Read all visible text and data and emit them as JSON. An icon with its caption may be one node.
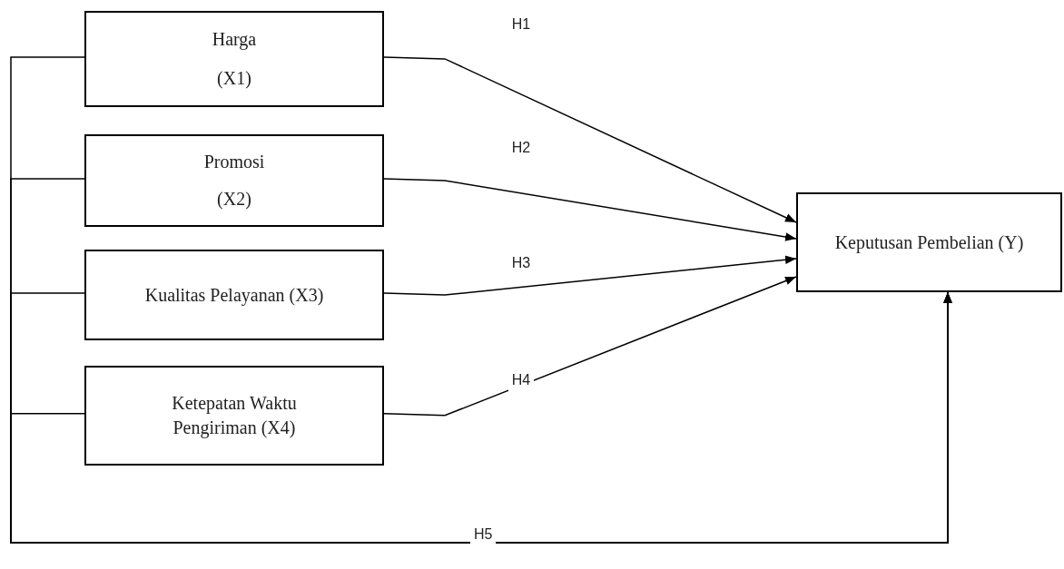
{
  "diagram": {
    "nodes": [
      {
        "text": [
          "Harga",
          "(X1)"
        ]
      },
      {
        "text": [
          "Promosi",
          "(X2)"
        ]
      },
      {
        "text": [
          "Kualitas Pelayanan (X3)"
        ]
      },
      {
        "text": [
          "Ketepatan Waktu Pengiriman (X4)"
        ]
      },
      {
        "text": [
          "Keputusan Pembelian (Y)"
        ]
      }
    ],
    "edges": [
      {
        "from": 0,
        "to": 4,
        "arrow": "to",
        "label": "H1"
      },
      {
        "from": 1,
        "to": 4,
        "arrow": "to",
        "label": "H2"
      },
      {
        "from": 2,
        "to": 4,
        "arrow": "to",
        "label": "H3"
      },
      {
        "from": 3,
        "to": 4,
        "arrow": "to",
        "label": "H4"
      },
      {
        "from": 0,
        "to": 4,
        "arrow": "to",
        "label": "H5"
      },
      {
        "from": 1,
        "to": 4,
        "arrow": "to"
      },
      {
        "from": 2,
        "to": 4,
        "arrow": "to"
      },
      {
        "from": 3,
        "to": 4,
        "arrow": "to"
      }
    ]
  }
}
